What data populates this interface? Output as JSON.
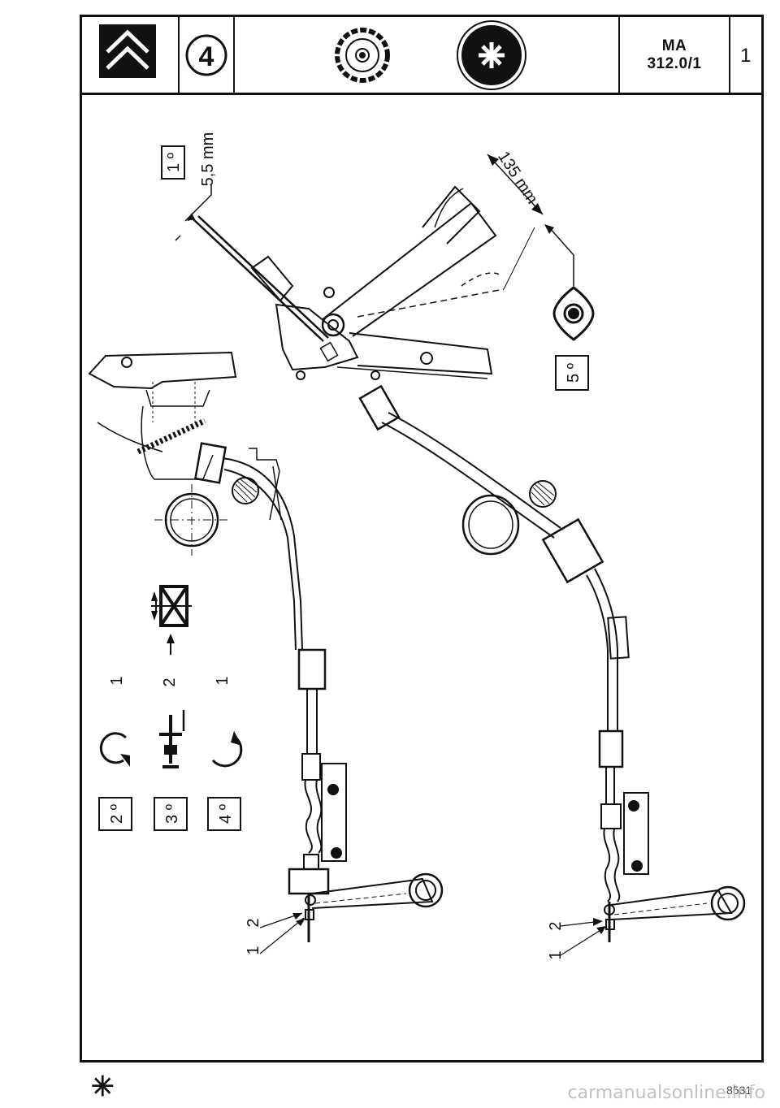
{
  "header": {
    "logo_icon": "citroen-double-chevron-icon",
    "section_number": "4",
    "left_icon": "clutch-disc-icon",
    "right_icon": "clutch-pressure-plate-icon",
    "reference_line1": "MA",
    "reference_line2": "312.0/1",
    "page_number": "1"
  },
  "steps": {
    "step1": "1 º",
    "step1_dimension": "5,5 mm",
    "step2": "2 º",
    "step3": "3 º",
    "step4": "4 º",
    "step5": "5 º",
    "pedal_dimension": "135 mm"
  },
  "callouts": {
    "left_sequence": [
      "1",
      "2",
      "1"
    ],
    "left_nut": "2",
    "left_locknut": "1",
    "right_nut": "2",
    "right_locknut": "1"
  },
  "icons": {
    "loosen": "rotate-ccw-arrow-icon",
    "adjust": "adjust-screw-icon",
    "tighten": "rotate-cw-arrow-icon",
    "no_adjust": "no-adjust-icon",
    "check": "eye-icon"
  },
  "footer": {
    "star": "✳",
    "code": "8531",
    "watermark": "carmanualsonline.info"
  }
}
